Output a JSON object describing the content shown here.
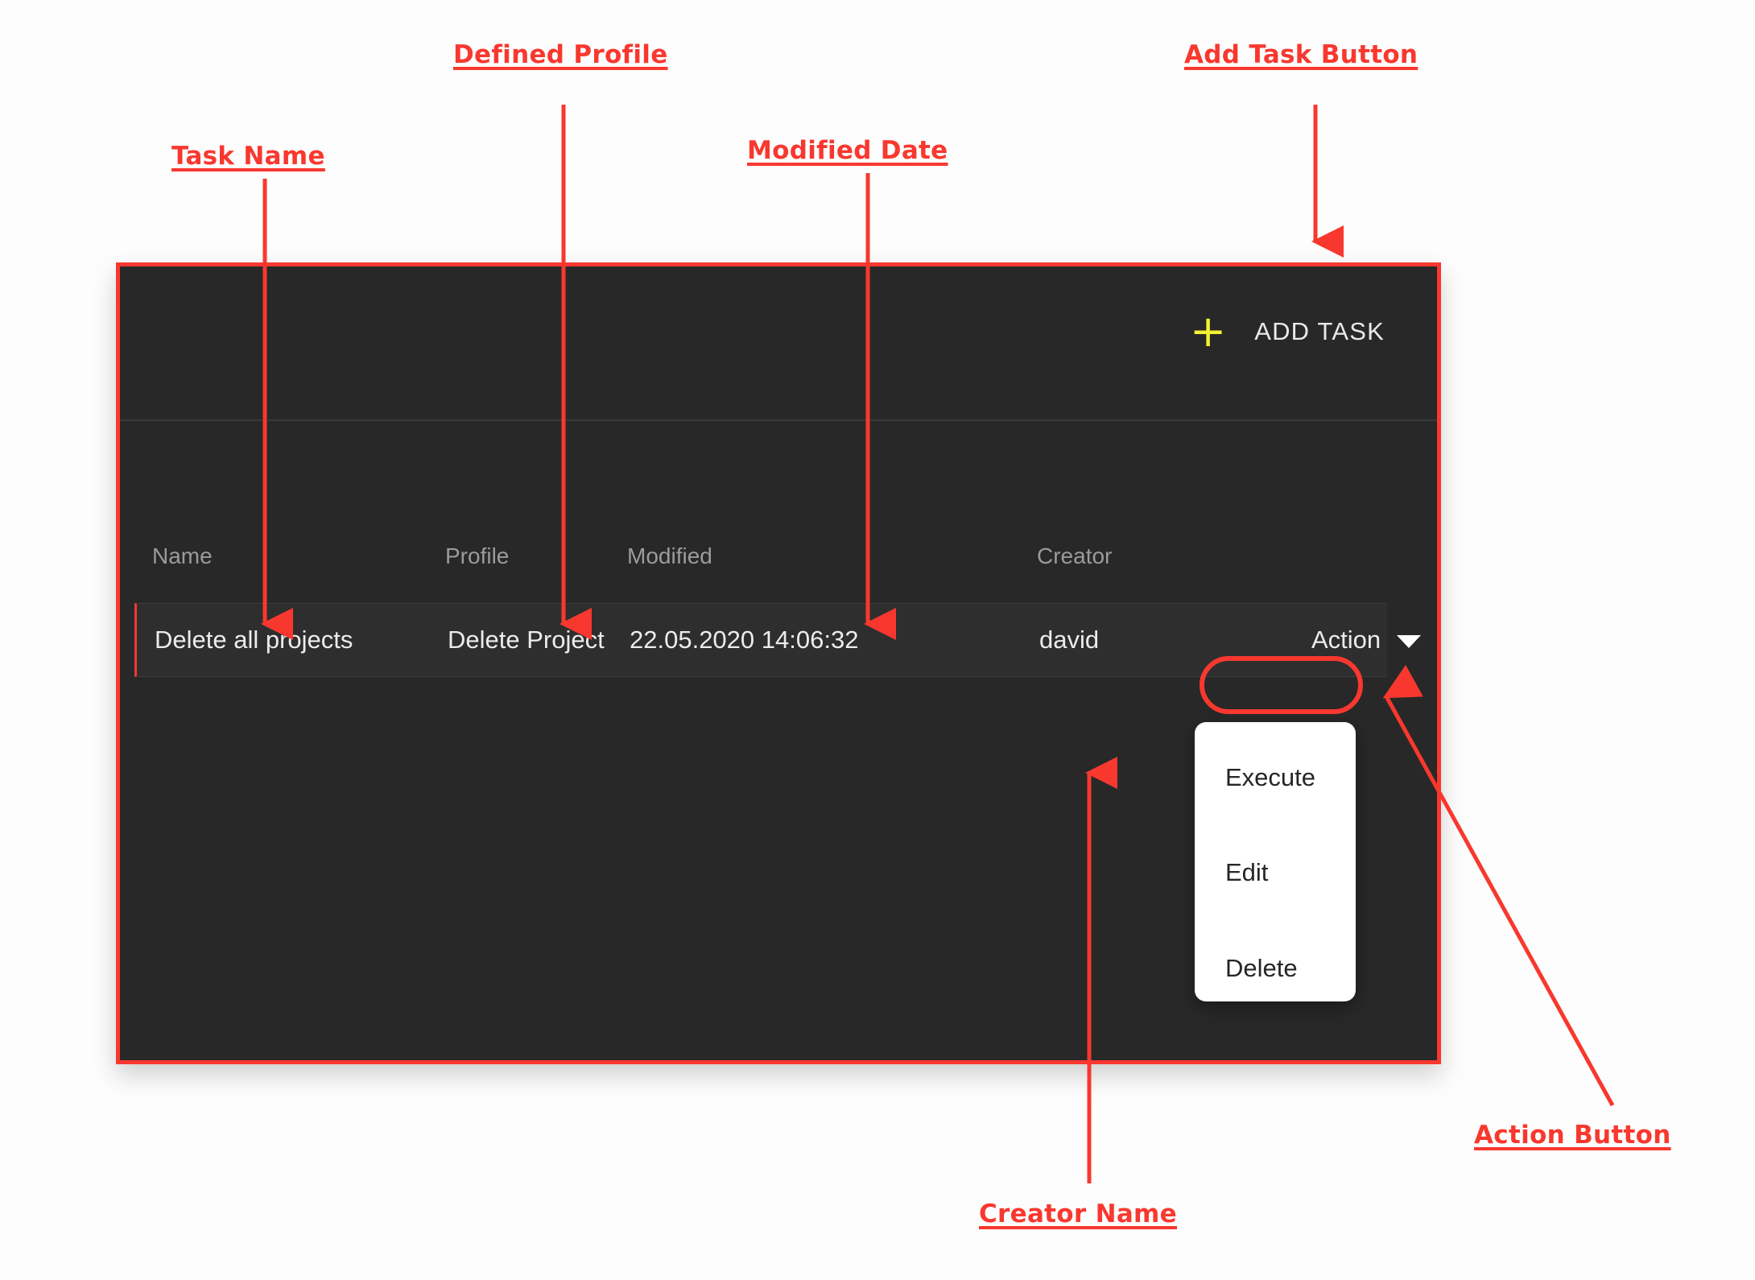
{
  "annotations": [
    {
      "id": "task-name",
      "text": "Task Name"
    },
    {
      "id": "defined-profile",
      "text": "Defined Profile"
    },
    {
      "id": "modified-date",
      "text": "Modified Date"
    },
    {
      "id": "add-task",
      "text": "Add Task Button"
    },
    {
      "id": "action-button",
      "text": "Action Button"
    },
    {
      "id": "creator-name",
      "text": "Creator Name"
    }
  ],
  "panel": {
    "toolbar": {
      "add_task_label": "ADD TASK",
      "add_task_plus": "+",
      "plus_color": "#F2F232"
    },
    "table": {
      "columns": [
        "Name",
        "Profile",
        "Modified",
        "Creator"
      ],
      "rows": [
        {
          "name": "Delete all projects",
          "profile": "Delete Project",
          "modified": "22.05.2020 14:06:32",
          "creator": "david",
          "action_label": "Action"
        }
      ]
    },
    "dropdown": {
      "items": [
        "Execute",
        "Edit",
        "Delete"
      ]
    }
  },
  "colors": {
    "annotation_red": "#F8382F",
    "panel_background": "#282828",
    "row_background": "#2E2E2E",
    "accent_yellow": "#F2F232",
    "dropdown_background": "#FFFFFF"
  }
}
